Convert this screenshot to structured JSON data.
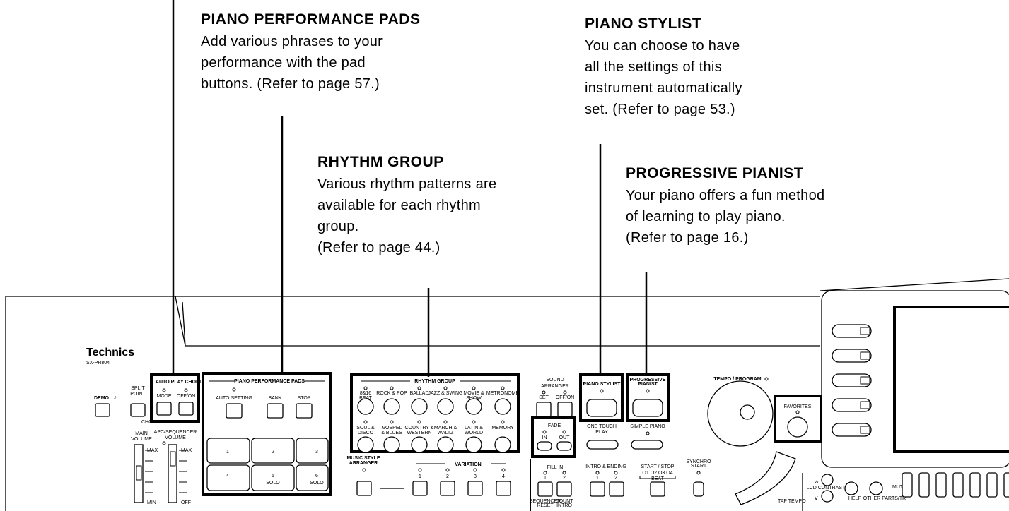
{
  "callouts": {
    "ppp": {
      "title": "PIANO PERFORMANCE PADS",
      "body": "Add various phrases to your\nperformance with the pad\nbuttons. (Refer to page 57.)"
    },
    "stylist": {
      "title": "PIANO STYLIST",
      "body": "You can choose to have\nall the settings of this\ninstrument automatically\nset. (Refer to page 53.)"
    },
    "rhythm": {
      "title": "RHYTHM GROUP",
      "body": "Various rhythm patterns are\navailable for each rhythm\ngroup.\n(Refer to page 44.)"
    },
    "progressive": {
      "title": "PROGRESSIVE PIANIST",
      "body": "Your piano offers a fun method\nof learning to play piano.\n(Refer to page 16.)"
    }
  },
  "panel": {
    "brand": "Technics",
    "model": "SX-PR804",
    "demo": "DEMO",
    "demo_note": "♪",
    "split_point": [
      "SPLIT",
      "POINT"
    ],
    "auto_play_chord": "AUTO PLAY CHORD",
    "mode": "MODE",
    "off_on": "OFF/ON",
    "chord_finder": "CHORD FINDER",
    "main_volume": [
      "MAIN",
      "VOLUME"
    ],
    "apc_volume": [
      "APC/SEQUENCER",
      "VOLUME"
    ],
    "max": "MAX",
    "min": "MIN",
    "off": "OFF",
    "ppp_title": "PIANO PERFORMANCE PADS",
    "auto_setting": "AUTO SETTING",
    "bank": "BANK",
    "stop": "STOP",
    "pads": [
      "1",
      "2",
      "3",
      "4",
      "5",
      "6"
    ],
    "solo": "SOLO",
    "rhythm_title": "RHYTHM GROUP",
    "rhythm_top": [
      [
        "8&16",
        "BEAT"
      ],
      [
        "ROCK & POP"
      ],
      [
        "BALLAD"
      ],
      [
        "JAZZ & SWING"
      ],
      [
        "MOVIE &",
        "SHOW"
      ],
      [
        "METRONOME"
      ]
    ],
    "rhythm_bottom": [
      [
        "SOUL &",
        "DISCO"
      ],
      [
        "GOSPEL",
        "& BLUES"
      ],
      [
        "COUNTRY &",
        "WESTERN"
      ],
      [
        "MARCH &",
        "WALTZ"
      ],
      [
        "LATIN &",
        "WORLD"
      ],
      [
        "MEMORY"
      ]
    ],
    "music_style_arranger": [
      "MUSIC STYLE",
      "ARRANGER"
    ],
    "variation": "VARIATION",
    "variation_nums": [
      "1",
      "2",
      "3",
      "4"
    ],
    "sound_arranger": [
      "SOUND",
      "ARRANGER"
    ],
    "set": "SET",
    "fade": "FADE",
    "fade_in": "IN",
    "fade_out": "OUT",
    "fill_in": "FILL IN",
    "fill_nums": [
      "1",
      "2"
    ],
    "sequencer_reset": [
      "SEQUENCER",
      "RESET"
    ],
    "count_intro": [
      "COUNT",
      "INTRO"
    ],
    "piano_stylist": "PIANO STYLIST",
    "progressive_pianist": [
      "PROGRESSIVE",
      "PIANIST"
    ],
    "one_touch_play": [
      "ONE TOUCH",
      "PLAY"
    ],
    "simple_piano": "SIMPLE PIANO",
    "intro_ending": "INTRO & ENDING",
    "intro_nums": [
      "1",
      "2"
    ],
    "start_stop": "START / STOP",
    "beat_nums": "O1 O2 O3 O4",
    "beat": "BEAT",
    "synchro_start": [
      "SYNCHRO",
      "START"
    ],
    "tempo_program": "TEMPO / PROGRAM",
    "favorites": "FAVORITES",
    "tap_tempo": "TAP TEMPO",
    "lcd_contrast": "LCD CONTRAST",
    "help": "HELP",
    "other_parts": "OTHER PARTS/TR",
    "mute": "MUTE"
  }
}
